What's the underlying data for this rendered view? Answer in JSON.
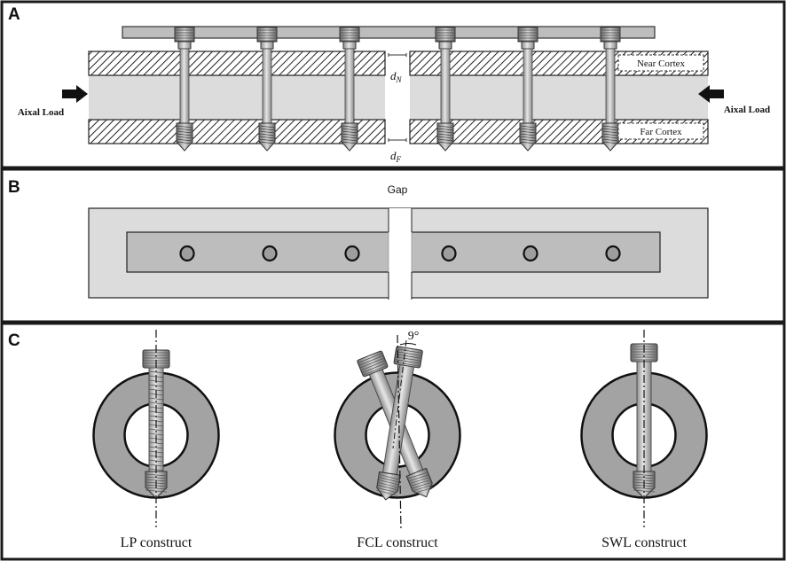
{
  "panels": {
    "a": {
      "letter": "A",
      "near_cortex": "Near Cortex",
      "far_cortex": "Far Cortex",
      "axial_load_left": "Aixal Load",
      "axial_load_right": "Aixal Load",
      "dn_label": "d",
      "dn_sub": "N",
      "df_label": "d",
      "df_sub": "F"
    },
    "b": {
      "letter": "B",
      "gap_label": "Gap"
    },
    "c": {
      "letter": "C",
      "angle_label": "9°",
      "lp_label": "LP construct",
      "fcl_label": "FCL construct",
      "swl_label": "SWL construct"
    }
  },
  "colors": {
    "frame": "#1a1a1a",
    "plate": "#bdbdbd",
    "bone_light": "#dcdcdc",
    "bone_ring": "#a3a3a3",
    "screw": "#cfcfcf"
  }
}
